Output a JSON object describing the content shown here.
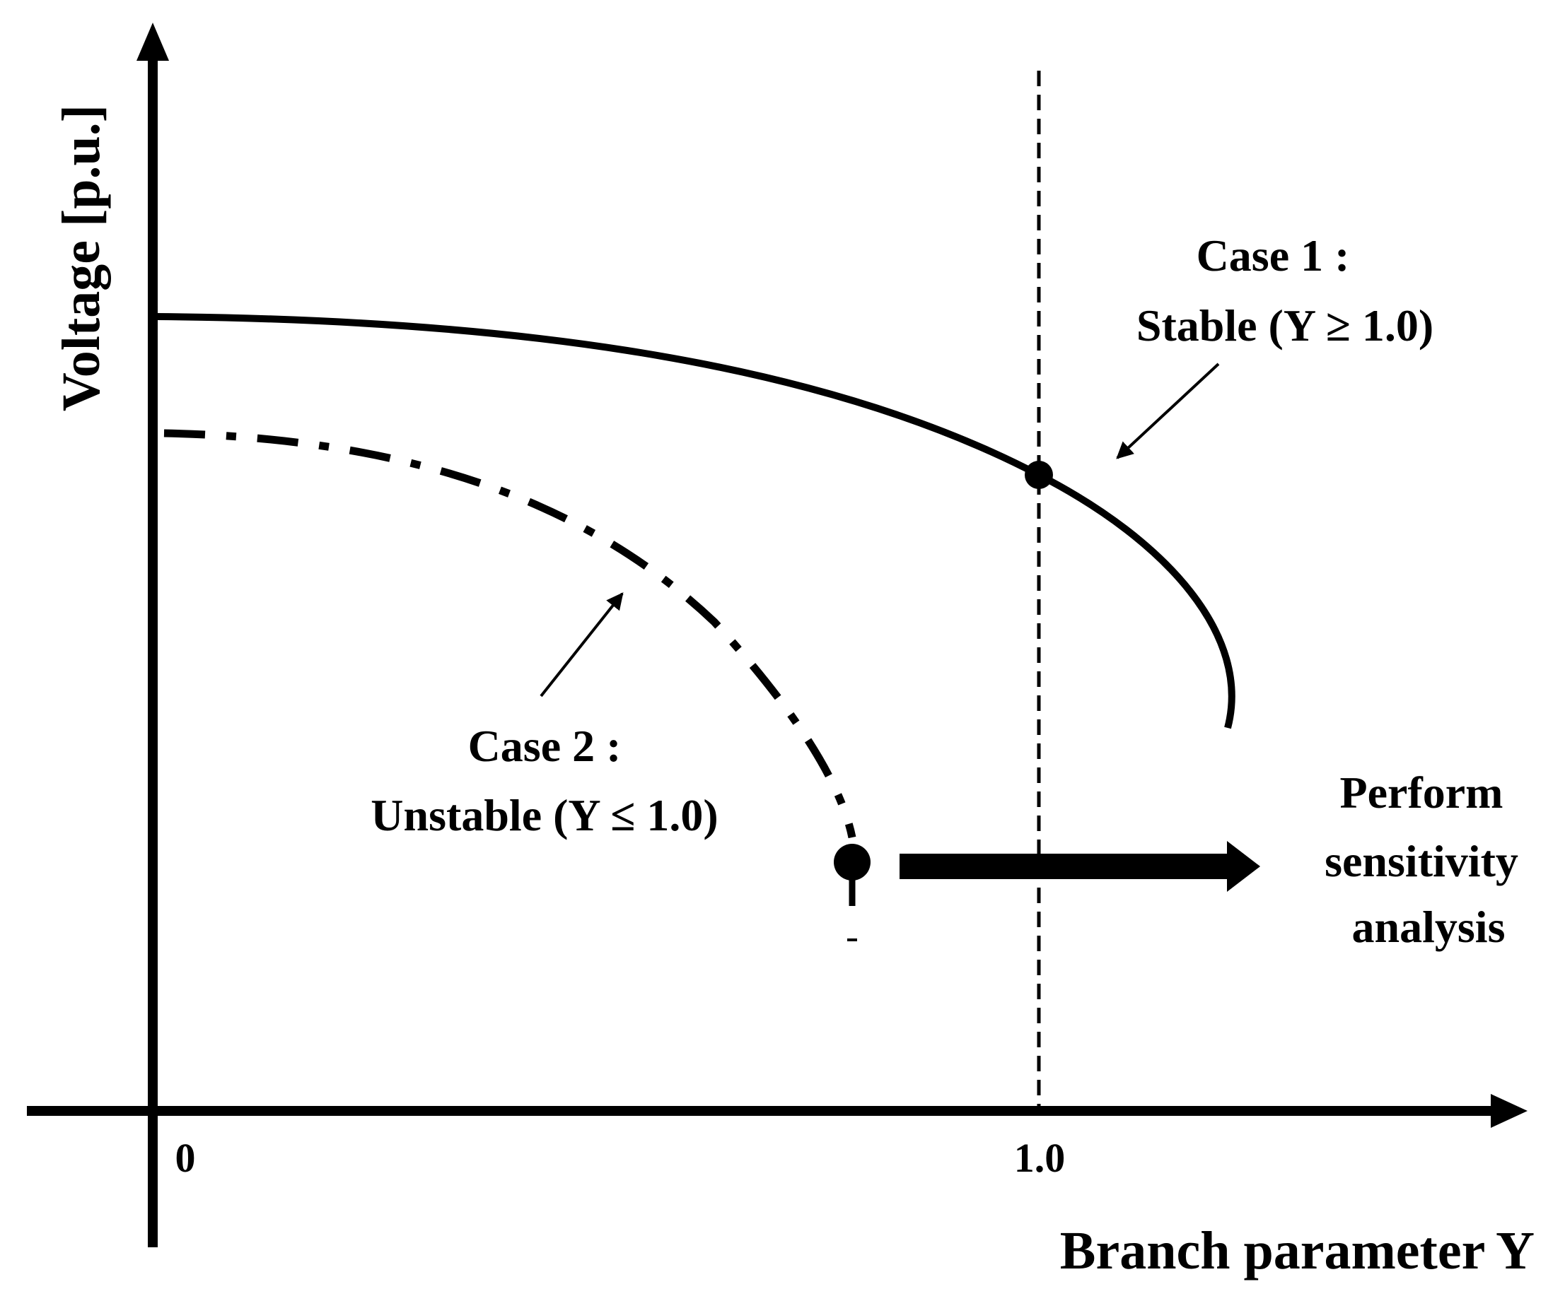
{
  "axes": {
    "y_label": "Voltage [p.u.]",
    "x_label": "Branch parameter Y",
    "x_origin_tick": "0",
    "x_marker_tick": "1.0"
  },
  "case1": {
    "title": "Case 1 :",
    "description": "Stable  (Y ≥ 1.0)"
  },
  "case2": {
    "title": "Case 2 :",
    "description": "Unstable (Y ≤ 1.0)"
  },
  "action": {
    "line1": "Perform",
    "line2": "sensitivity",
    "line3": "analysis"
  },
  "colors": {
    "ink": "#000000",
    "background": "#ffffff"
  }
}
